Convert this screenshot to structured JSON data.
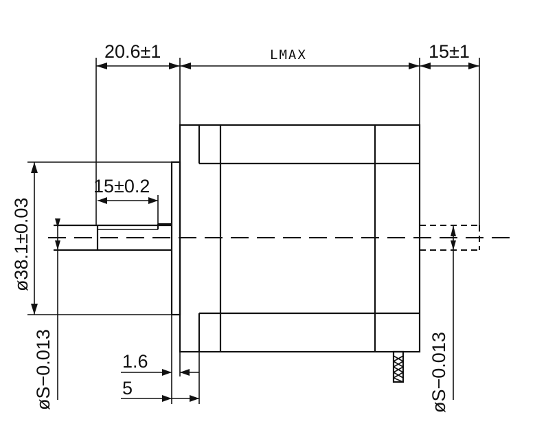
{
  "dimensions": {
    "front_length": "20.6±1",
    "body_length": "LMAX",
    "rear_shaft_length": "15±1",
    "flat_length": "15±0.2",
    "pilot_diameter": "ø38.1±0.03",
    "front_shaft_diameter": "øS−0.013",
    "rear_shaft_diameter": "øS−0.013",
    "pilot_depth": "1.6",
    "flange_thickness": "5"
  }
}
